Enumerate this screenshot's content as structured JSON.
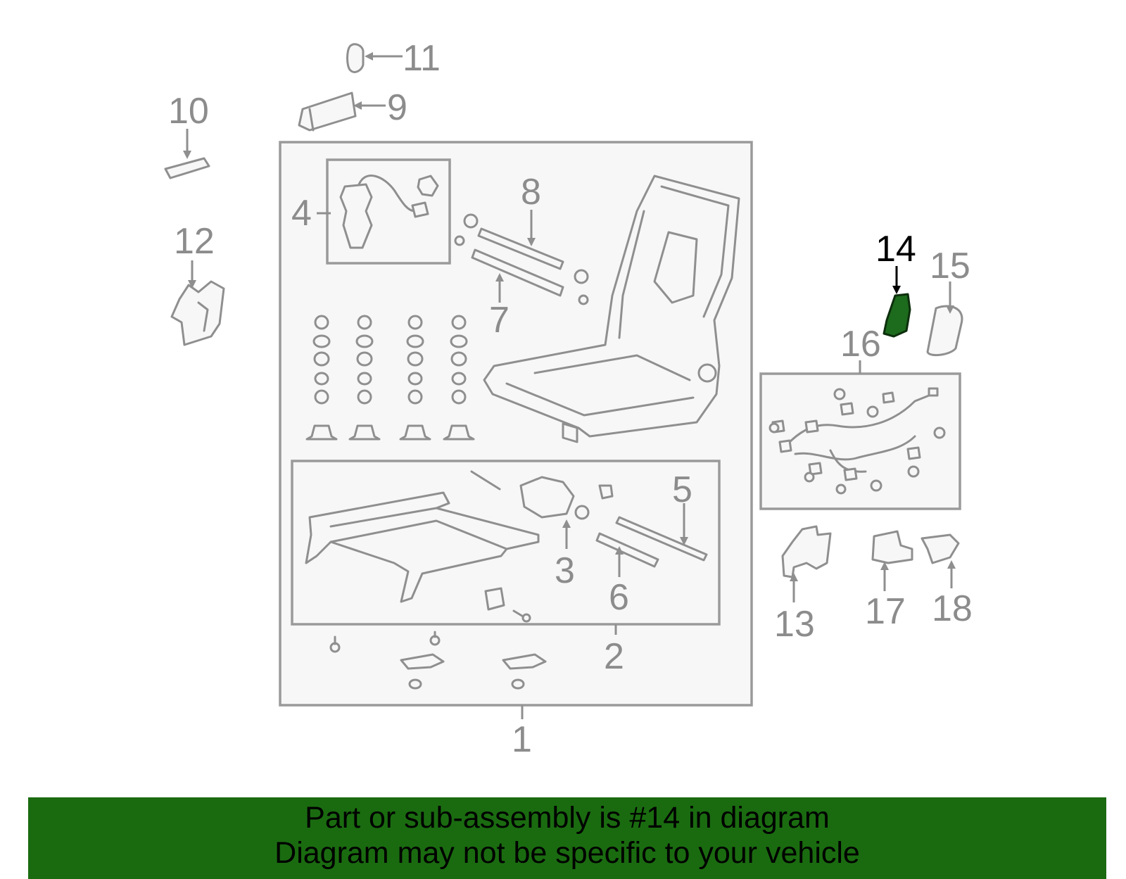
{
  "diagram": {
    "highlighted_callout": "14",
    "highlight_color": "#1d6b1d",
    "callouts": {
      "c1": "1",
      "c2": "2",
      "c3": "3",
      "c4": "4",
      "c5": "5",
      "c6": "6",
      "c7": "7",
      "c8": "8",
      "c9": "9",
      "c10": "10",
      "c11": "11",
      "c12": "12",
      "c13": "13",
      "c14": "14",
      "c15": "15",
      "c16": "16",
      "c17": "17",
      "c18": "18"
    }
  },
  "banner": {
    "line1": "Part or sub-assembly is #14 in diagram",
    "line2": "Diagram may not be specific to your vehicle",
    "background": "#1a6b10"
  }
}
